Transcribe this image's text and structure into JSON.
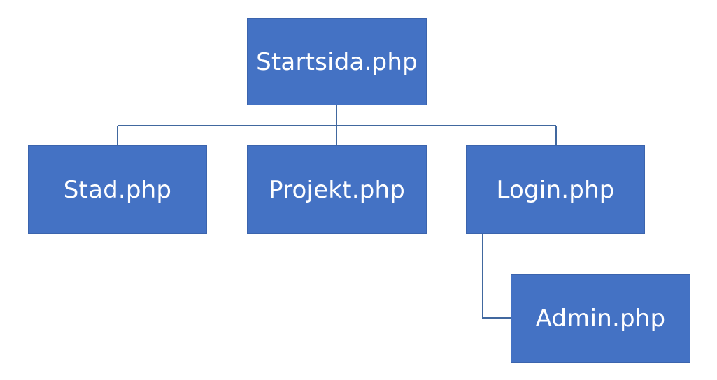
{
  "diagram": {
    "type": "hierarchy",
    "colors": {
      "node_fill": "#4472c4",
      "node_text": "#ffffff",
      "connector": "#41689f",
      "background": "#ffffff"
    },
    "nodes": {
      "root": {
        "label": "Startsida.php"
      },
      "stad": {
        "label": "Stad.php",
        "parent": "Startsida.php"
      },
      "projekt": {
        "label": "Projekt.php",
        "parent": "Startsida.php"
      },
      "login": {
        "label": "Login.php",
        "parent": "Startsida.php"
      },
      "admin": {
        "label": "Admin.php",
        "parent": "Login.php"
      }
    }
  }
}
